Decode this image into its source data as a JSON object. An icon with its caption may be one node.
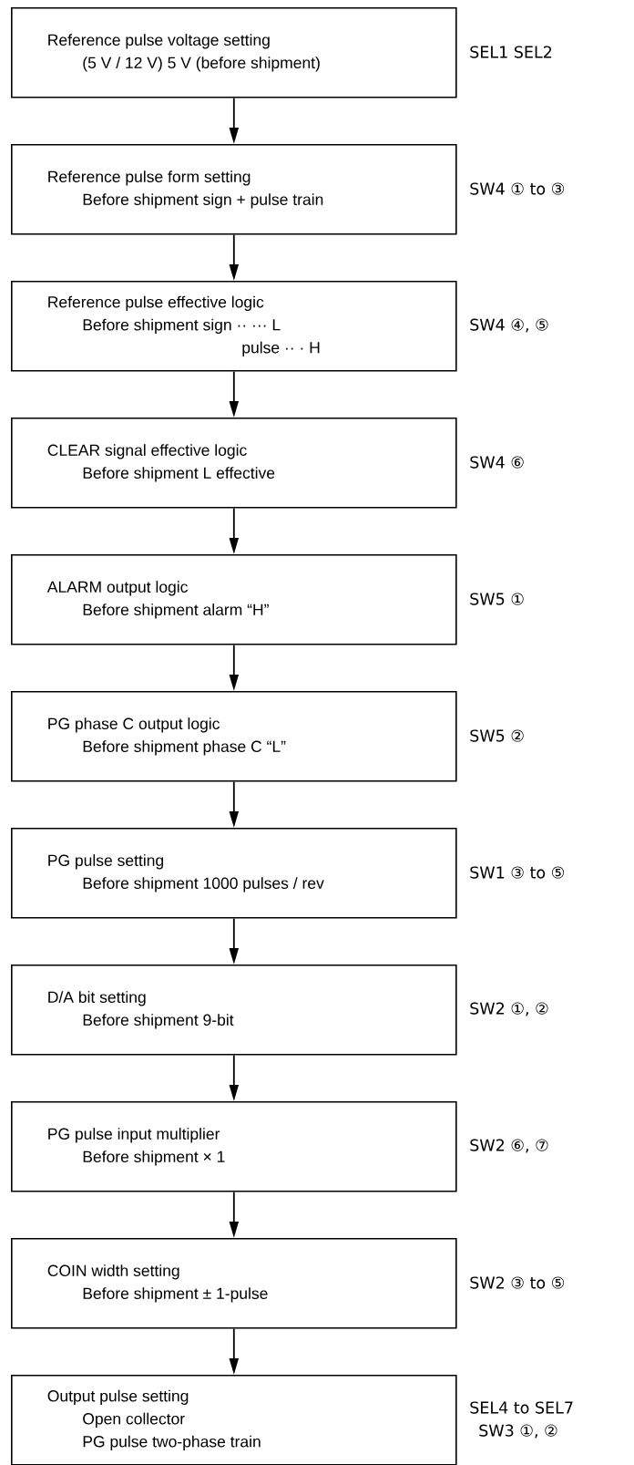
{
  "diagram": {
    "nodes": [
      {
        "text": [
          "Reference pulse voltage setting",
          "(5 V / 12 V) 5 V (before shipment)"
        ],
        "beside": [
          "SEL1  SEL2"
        ]
      },
      {
        "text": [
          "Reference pulse form setting",
          "Before shipment sign + pulse train"
        ],
        "beside": [
          "SW4 ① to ③"
        ]
      },
      {
        "text": [
          "Reference pulse effective logic",
          "Before shipment  sign ·· ··· L",
          "pulse ·· · H"
        ],
        "beside": [
          "SW4 ④, ⑤"
        ]
      },
      {
        "text": [
          "CLEAR signal effective logic",
          "Before shipment  L effective"
        ],
        "beside": [
          "SW4 ⑥"
        ]
      },
      {
        "text": [
          "ALARM output logic",
          "Before shipment  alarm “H”"
        ],
        "beside": [
          "SW5 ①"
        ]
      },
      {
        "text": [
          "PG phase C output logic",
          "Before shipment  phase C “L”"
        ],
        "beside": [
          "SW5 ②"
        ]
      },
      {
        "text": [
          "PG pulse setting",
          "Before shipment  1000 pulses / rev"
        ],
        "beside": [
          "SW1 ③ to ⑤"
        ]
      },
      {
        "text": [
          "D/A bit setting",
          "Before shipment  9-bit"
        ],
        "beside": [
          "SW2 ①, ②"
        ]
      },
      {
        "text": [
          "PG pulse input multiplier",
          "Before shipment  × 1"
        ],
        "beside": [
          "SW2 ⑥, ⑦"
        ]
      },
      {
        "text": [
          "COIN width setting",
          "Before shipment  ± 1-pulse"
        ],
        "beside": [
          "SW2 ③ to ⑤"
        ]
      },
      {
        "text": [
          "Output pulse setting",
          "Open collector",
          "PG pulse two-phase train"
        ],
        "beside": [
          "SEL4 to SEL7",
          "SW3 ①, ②"
        ]
      }
    ],
    "edges": [
      {
        "from": 0,
        "to": 1,
        "arrow": "to"
      },
      {
        "from": 1,
        "to": 2,
        "arrow": "to"
      },
      {
        "from": 2,
        "to": 3,
        "arrow": "to"
      },
      {
        "from": 3,
        "to": 4,
        "arrow": "to"
      },
      {
        "from": 4,
        "to": 5,
        "arrow": "to"
      },
      {
        "from": 5,
        "to": 6,
        "arrow": "to"
      },
      {
        "from": 6,
        "to": 7,
        "arrow": "to"
      },
      {
        "from": 7,
        "to": 8,
        "arrow": "to"
      },
      {
        "from": 8,
        "to": 9,
        "arrow": "to"
      },
      {
        "from": 9,
        "to": 10,
        "arrow": "to"
      }
    ]
  }
}
